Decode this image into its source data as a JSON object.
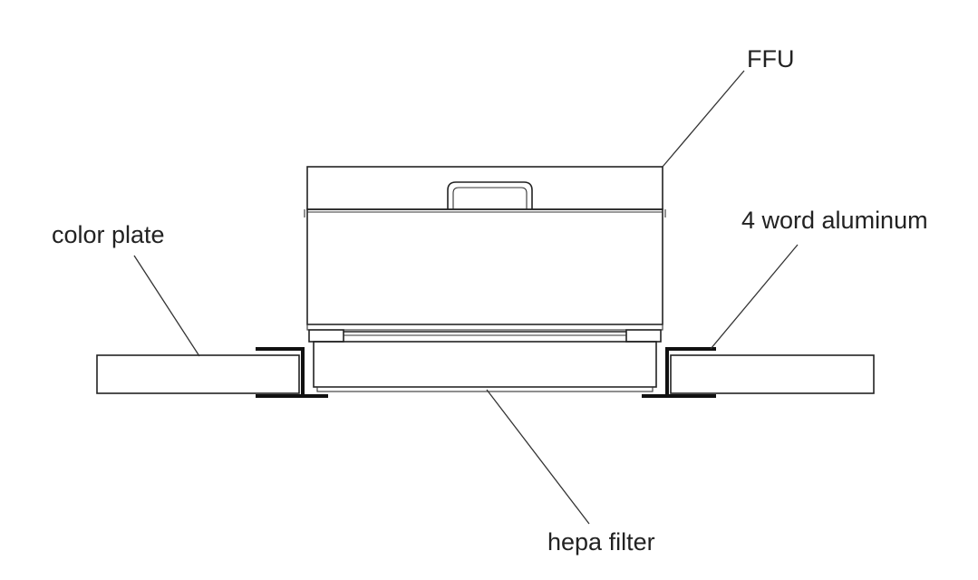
{
  "labels": {
    "ffu": "FFU",
    "color_plate": "color plate",
    "aluminum": "4 word aluminum",
    "hepa": "hepa filter"
  },
  "colors": {
    "line": "#222222",
    "hatch": "#555555",
    "background": "#ffffff"
  }
}
